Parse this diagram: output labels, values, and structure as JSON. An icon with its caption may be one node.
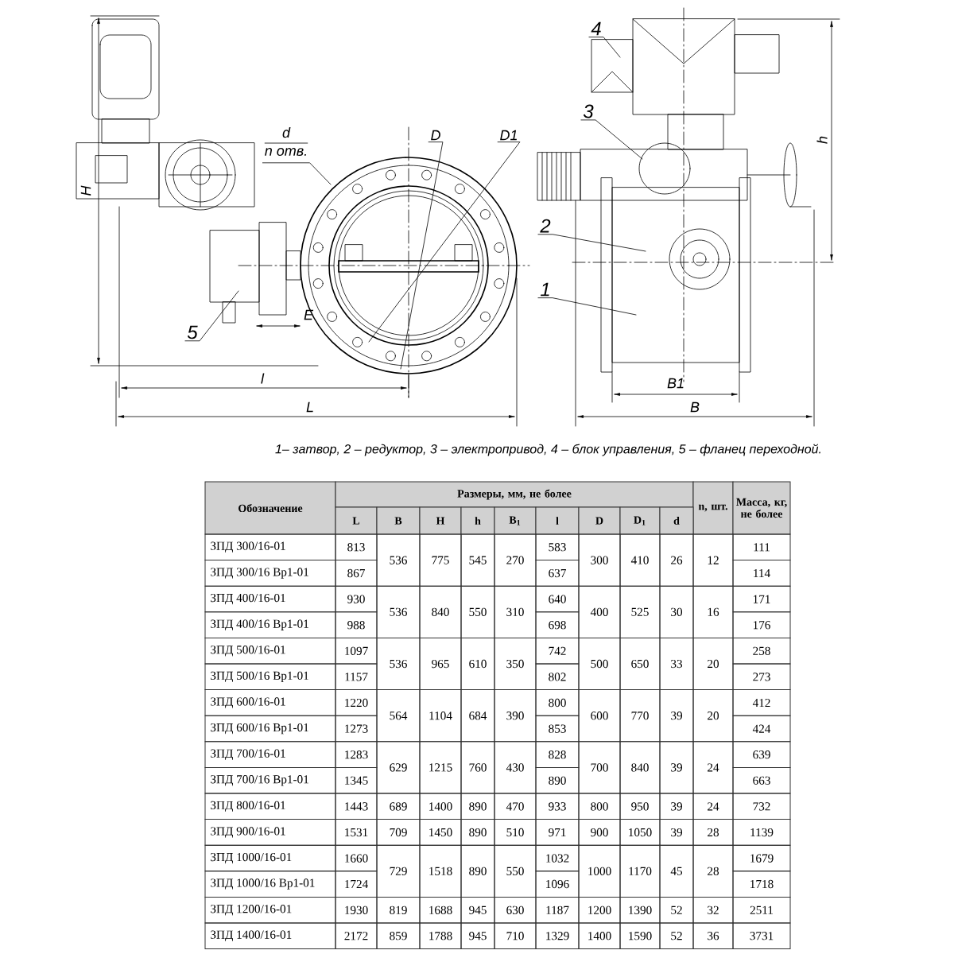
{
  "diagram": {
    "caption": "1– затвор, 2 – редуктор, 3 – электропривод, 4 – блок управления, 5 – фланец переходной.",
    "nodes": [
      {
        "text": [
          "4"
        ]
      },
      {
        "text": [
          "3"
        ]
      },
      {
        "text": [
          "2"
        ]
      },
      {
        "text": [
          "1"
        ]
      },
      {
        "text": [
          "5"
        ]
      },
      {
        "text": [
          "d",
          "n отв."
        ]
      },
      {
        "text": [
          "D"
        ]
      },
      {
        "text": [
          "D1"
        ]
      }
    ],
    "edges": [
      {
        "from": 0,
        "to": null,
        "arrow": "none"
      },
      {
        "from": 1,
        "to": null,
        "arrow": "none"
      },
      {
        "from": 2,
        "to": null,
        "arrow": "none"
      },
      {
        "from": 3,
        "to": null,
        "arrow": "none"
      },
      {
        "from": 4,
        "to": null,
        "arrow": "none"
      },
      {
        "from": 5,
        "to": null,
        "arrow": "none"
      },
      {
        "from": 6,
        "to": null,
        "arrow": "none"
      },
      {
        "from": 7,
        "to": null,
        "arrow": "none"
      }
    ],
    "labels": [
      "H",
      "E",
      "l",
      "L",
      "h",
      "B1",
      "B",
      "Обозначение",
      "Размеры, мм, не более",
      "n, шт.",
      "Масса, кг, не более",
      "L",
      "B",
      "H",
      "h",
      "B$_{1}$",
      "l",
      "D",
      "D$_{1}$",
      "d",
      "ЗПД 300/16-01",
      "813",
      "536",
      "775",
      "545",
      "270",
      "583",
      "300",
      "410",
      "26",
      "12",
      "111",
      "ЗПД 300/16 Вр1-01",
      "867",
      "637",
      "114",
      "ЗПД 400/16-01",
      "930",
      "536",
      "840",
      "550",
      "310",
      "640",
      "400",
      "525",
      "30",
      "16",
      "171",
      "ЗПД 400/16 Вр1-01",
      "988",
      "698",
      "176",
      "ЗПД 500/16-01",
      "1097",
      "536",
      "965",
      "610",
      "350",
      "742",
      "500",
      "650",
      "33",
      "20",
      "258",
      "ЗПД 500/16 Вр1-01",
      "1157",
      "802",
      "273",
      "ЗПД 600/16-01",
      "1220",
      "564",
      "1104",
      "684",
      "390",
      "800",
      "600",
      "770",
      "39",
      "20",
      "412",
      "ЗПД 600/16 Вр1-01",
      "1273",
      "853",
      "424",
      "ЗПД 700/16-01",
      "1283",
      "629",
      "1215",
      "760",
      "430",
      "828",
      "700",
      "840",
      "39",
      "24",
      "639",
      "ЗПД 700/16 Вр1-01",
      "1345",
      "890",
      "663",
      "ЗПД 800/16-01",
      "1443",
      "689",
      "1400",
      "890",
      "470",
      "933",
      "800",
      "950",
      "39",
      "24",
      "732",
      "ЗПД 900/16-01",
      "1531",
      "709",
      "1450",
      "890",
      "510",
      "971",
      "900",
      "1050",
      "39",
      "28",
      "1139",
      "ЗПД 1000/16-01",
      "1660",
      "729",
      "1518",
      "890",
      "550",
      "1032",
      "1000",
      "1170",
      "45",
      "28",
      "1679",
      "ЗПД 1000/16 Вр1-01",
      "1724",
      "1096",
      "1718",
      "ЗПД 1200/16-01",
      "1930",
      "819",
      "1688",
      "945",
      "630",
      "1187",
      "1200",
      "1390",
      "52",
      "32",
      "2511",
      "ЗПД 1400/16-01",
      "2172",
      "859",
      "1788",
      "945",
      "710",
      "1329",
      "1400",
      "1590",
      "52",
      "36",
      "3731"
    ]
  }
}
